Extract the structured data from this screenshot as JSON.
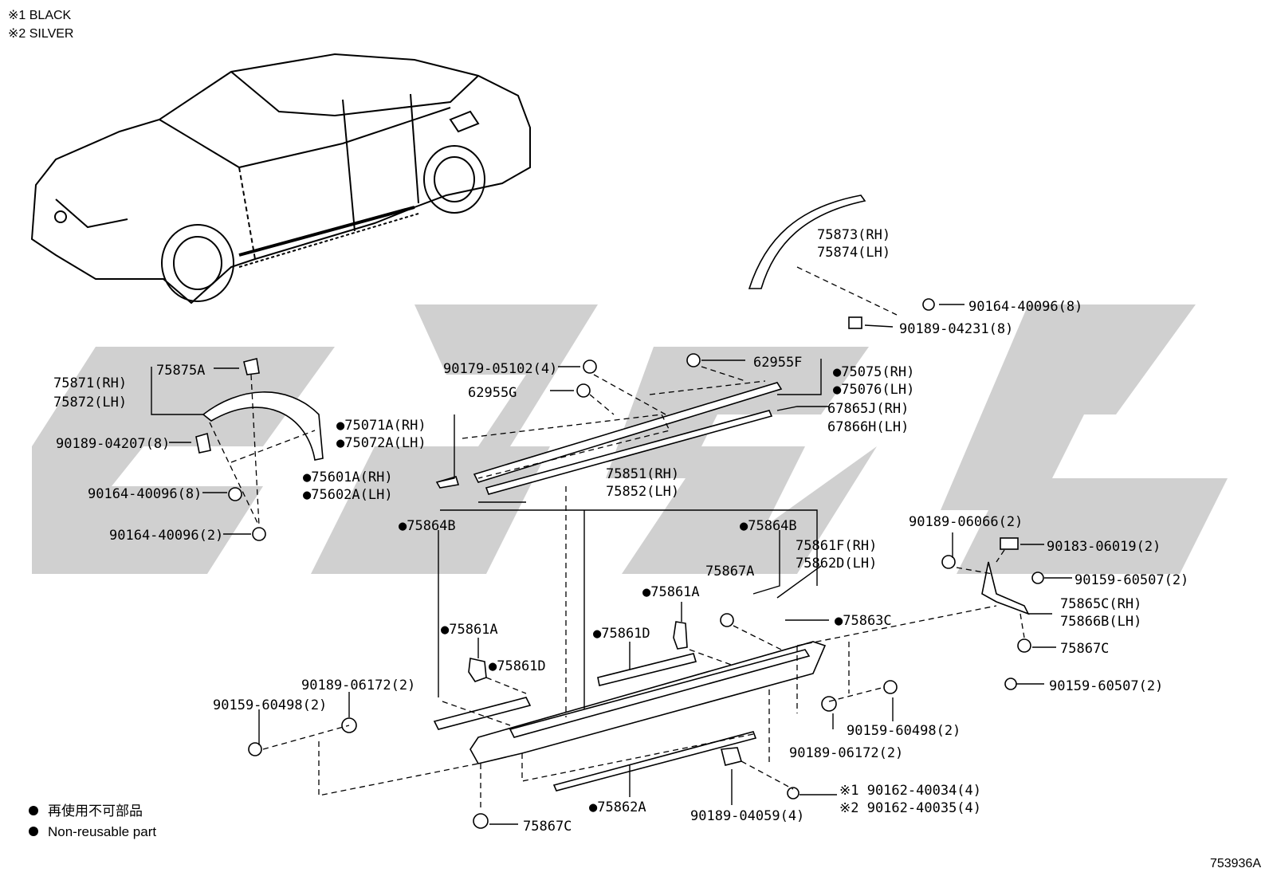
{
  "notes": [
    "※1 BLACK",
    "※2 SILVER"
  ],
  "legend": [
    {
      "symbol": "●",
      "text": "再使用不可部品"
    },
    {
      "symbol": "●",
      "text": "Non-reusable part"
    }
  ],
  "illustration_id": "753936A",
  "watermark_color": "#d0d0d0",
  "labels": [
    "75873(RH)",
    "75874(LH)",
    "90164-40096(8)",
    "90189-04231(8)",
    "75871(RH)",
    "75872(LH)",
    "75875A",
    "90189-04207(8)",
    "90164-40096(8)",
    "90164-40096(2)",
    "90179-05102(4)",
    "62955G",
    "62955F",
    "●75075(RH)",
    "●75076(LH)",
    "67865J(RH)",
    "67866H(LH)",
    "●75071A(RH)",
    "●75072A(LH)",
    "●75601A(RH)",
    "●75602A(LH)",
    "75851(RH)",
    "75852(LH)",
    "●75864B",
    "●75864B",
    "75861F(RH)",
    "75862D(LH)",
    "75867A",
    "●75861A",
    "●75861D",
    "●75863C",
    "●75861A",
    "●75861D",
    "90189-06066(2)",
    "90183-06019(2)",
    "90159-60507(2)",
    "75865C(RH)",
    "75866B(LH)",
    "75867C",
    "90159-60507(2)",
    "90189-06172(2)",
    "90159-60498(2)",
    "90159-60498(2)",
    "90189-06172(2)",
    "※1 90162-40034(4)",
    "※2 90162-40035(4)",
    "90189-04059(4)",
    "●75862A",
    "75867C"
  ]
}
